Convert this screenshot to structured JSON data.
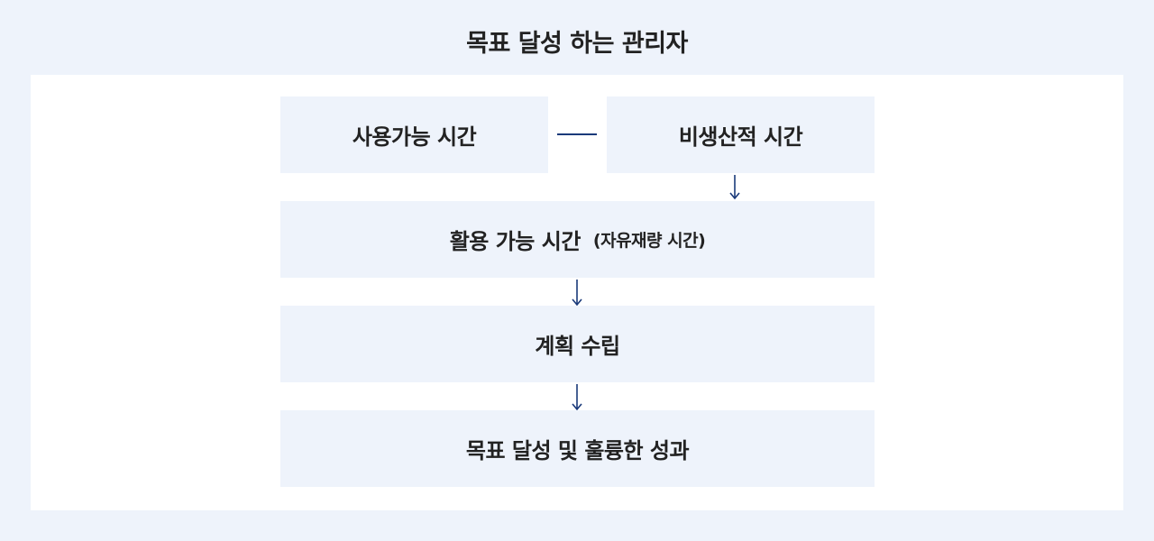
{
  "title": "목표 달성 하는 관리자",
  "nodes": {
    "available_time": "사용가능 시간",
    "unproductive_time": "비생산적 시간",
    "usable_time": "활용 가능 시간",
    "usable_time_sub": "(자유재량 시간)",
    "planning": "계획 수립",
    "goal": "목표 달성 및 훌륭한 성과"
  },
  "colors": {
    "background": "#eef3fb",
    "panel": "#ffffff",
    "box": "#eef3fb",
    "connector": "#1a3a7a",
    "text": "#222222"
  }
}
